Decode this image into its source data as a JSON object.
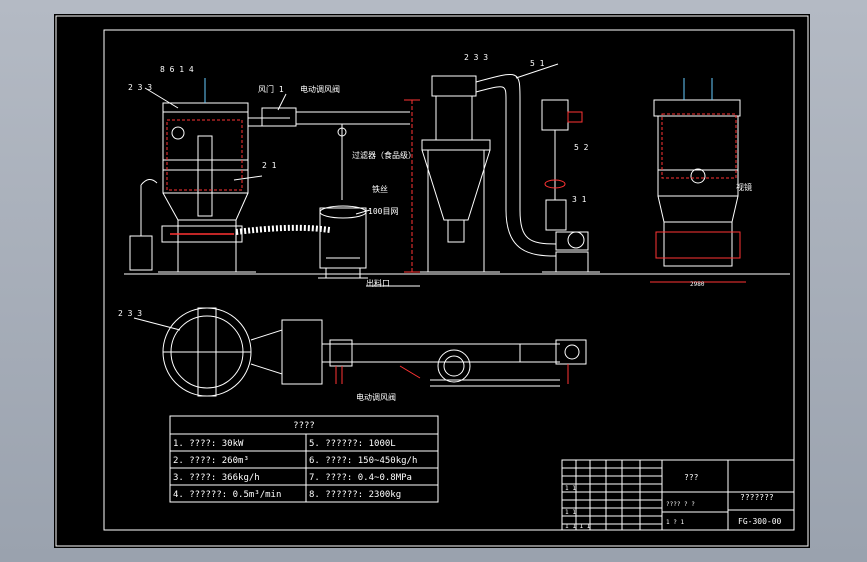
{
  "drawing": {
    "callouts": {
      "top_left_a": "2 3 3",
      "top_left_b": "8 6 1 4",
      "fan_label": "风门 1",
      "valve_label": "电动调风阀",
      "top_mid": "2 3 3",
      "top_right": "5 1",
      "filter_label": "过滤器（食品级）",
      "mesh_label": "100目网",
      "plate_label": "铁丝",
      "mid_label": "2 1",
      "right_label_a": "5 2",
      "right_label_b": "3 1",
      "right_view_label": "视镜",
      "ground_label": "出料口",
      "plan_label": "2 3 3",
      "plan_valve_label": "电动调风阀",
      "dim_right": "2980"
    },
    "spec_table": {
      "title": "????",
      "rows": [
        [
          "1. ????: 30kW",
          "5. ??????: 1000L"
        ],
        [
          "2. ????: 260m³",
          "6. ????: 150~450kg/h"
        ],
        [
          "3. ????: 366kg/h",
          "7. ????: 0.4~0.8MPa"
        ],
        [
          "4. ??????: 0.5m³/min",
          "8. ??????: 2300kg"
        ]
      ]
    },
    "title_block": {
      "name_cell": "???",
      "title_cell": "???????",
      "drawing_no": "FG-300-00",
      "small_a": "1 1",
      "small_b": "1 1",
      "small_c": "????  ? ?",
      "small_d": "1    ?    1",
      "small_e": "1 1 1 1"
    }
  }
}
